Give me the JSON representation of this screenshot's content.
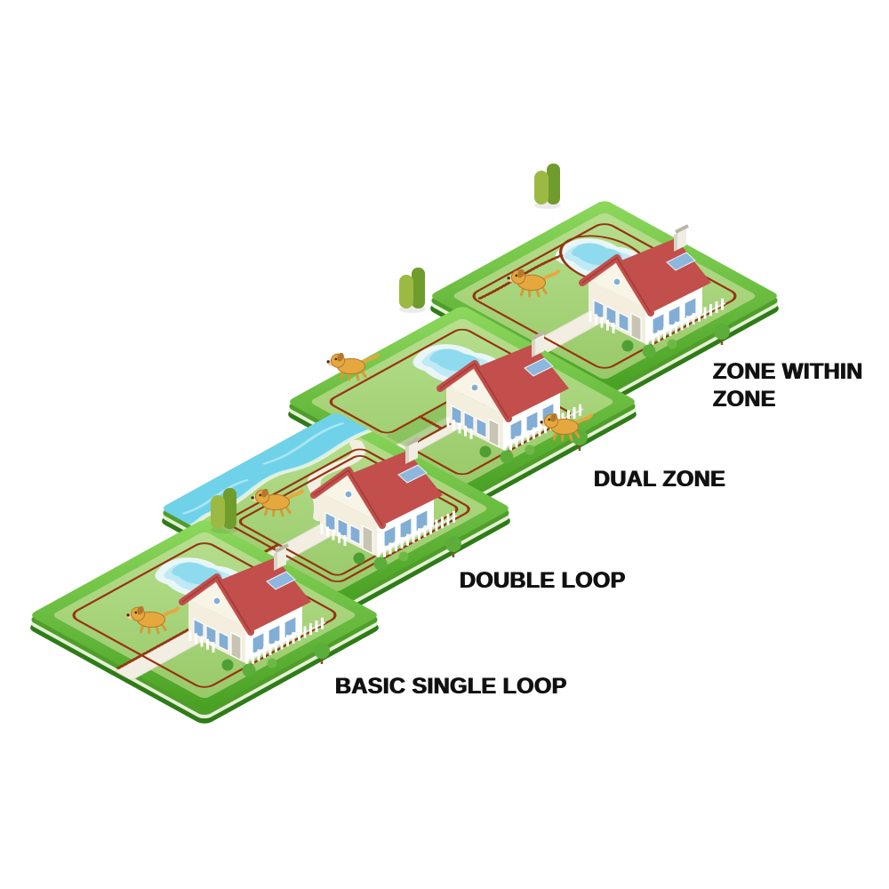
{
  "diagram": {
    "subject": "In-ground pet fence wire layout options",
    "background": "#ffffff"
  },
  "panels": [
    {
      "id": "basic-single-loop",
      "label": "BASIC SINGLE LOOP",
      "wire_layout": "single-perimeter-loop",
      "water_feature": "pond",
      "dog_count": 1,
      "features": [
        "yard",
        "perimeter-boundary-wire",
        "transmitter-drop-line",
        "pond",
        "winding-path",
        "driveway",
        "house",
        "dog",
        "trees"
      ]
    },
    {
      "id": "double-loop",
      "label": "DOUBLE LOOP",
      "wire_layout": "double-parallel-loop",
      "water_feature": "river",
      "dog_count": 1,
      "features": [
        "yard",
        "double-boundary-wire",
        "transmitter-drop-line",
        "river",
        "winding-path",
        "driveway",
        "house",
        "dog"
      ]
    },
    {
      "id": "dual-zone",
      "label": "DUAL ZONE",
      "wire_layout": "two-connected-zones",
      "water_feature": "pond",
      "dog_count": 2,
      "features": [
        "yard",
        "left-zone-wire",
        "right-zone-wire",
        "zone-connector-wire",
        "pond",
        "winding-path",
        "driveway",
        "house",
        "dog",
        "dog",
        "trees"
      ]
    },
    {
      "id": "zone-within-zone",
      "label": "ZONE WITHIN ZONE",
      "wire_layout": "perimeter-loop-plus-inner-exclusion-loop",
      "water_feature": "pond",
      "dog_count": 1,
      "features": [
        "yard",
        "perimeter-boundary-wire",
        "pond-exclusion-loop",
        "loop-connector-wire",
        "pond",
        "winding-path",
        "driveway",
        "house",
        "dog",
        "trees"
      ]
    }
  ],
  "colors": {
    "wire": "#963310",
    "bandA": "#8dd95e",
    "bandB": "#47a022",
    "grassA": "#b7df8f",
    "grassB": "#98c968",
    "edgeDark": "#2e7b18",
    "edgeSliver": "#e4f0d5",
    "edgeMid": "#4f9e2a",
    "pondRim": "#e8f6f8",
    "pondWater": "#bfe9f4",
    "pondDeep": "#8edbef",
    "river": "#6fd2e8",
    "riverLight": "#a8e6f4",
    "shore": "#e7f1d8",
    "path": "#f2efe2",
    "pathEdge": "#e0ddca",
    "roof": "#c24f4b",
    "roofDark": "#a23c39",
    "wallFront": "#f3eede",
    "wallGable": "#f8f4e6",
    "wallSide": "#ffffff",
    "window": "#82aed6",
    "windowFrame": "#ffffff",
    "door": "#c8c4b4",
    "fence": "#ffffff",
    "fenceShade": "#e3e3da",
    "chimney": "#f0ede1",
    "chimneyShade": "#d9d5c7",
    "skylight": "#8db7dd",
    "dogBody": "#e5a83e",
    "dogDark": "#b5782a",
    "dogSnout": "#f3cf96",
    "treeLight": "#9cba43",
    "treeDark": "#6f9c2c",
    "bush": "#4f9e33",
    "bush2": "#5cae3b",
    "bush3": "#6cba45",
    "label": "#111111"
  }
}
